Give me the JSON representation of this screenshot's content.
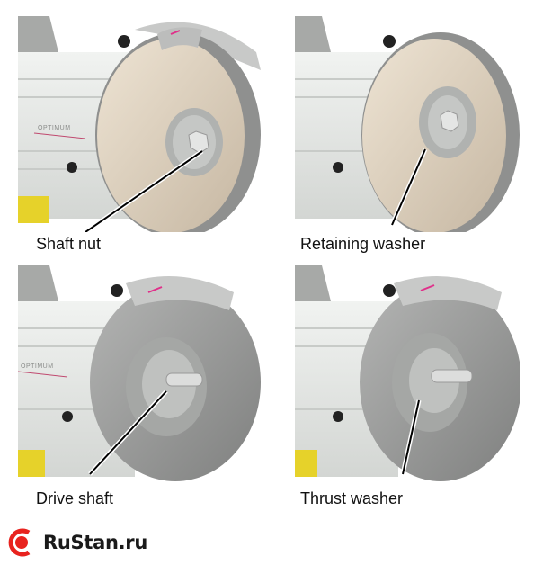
{
  "panels": [
    {
      "label": "Shaft nut",
      "state": "wheel-mounted"
    },
    {
      "label": "Retaining washer",
      "state": "wheel-mounted"
    },
    {
      "label": "Drive shaft",
      "state": "wheel-removed"
    },
    {
      "label": "Thrust washer",
      "state": "wheel-removed"
    }
  ],
  "housing_brand": "OPTIMUM",
  "logo": {
    "text": "RuStan.ru",
    "accent": "#e8231f"
  },
  "colors": {
    "wheel": "#d9cbb8",
    "guard": "#9a9b9a",
    "housing": "#e6e8e6"
  }
}
